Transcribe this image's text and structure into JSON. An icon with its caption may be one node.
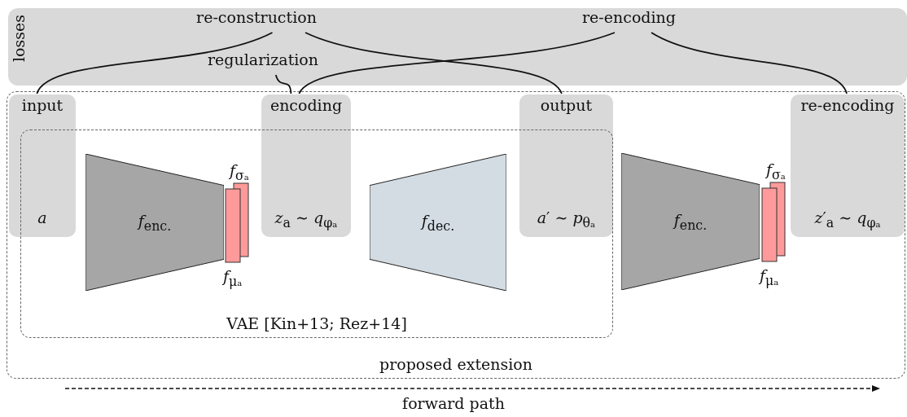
{
  "diagram": {
    "nodes": [
      {
        "text": [
          "losses"
        ]
      },
      {
        "text": [
          "re-construction"
        ],
        "in": 0
      },
      {
        "text": [
          "re-encoding"
        ],
        "in": 0
      },
      {
        "text": [
          "regularization"
        ],
        "in": 0
      },
      {
        "text": [
          "proposed extension"
        ]
      },
      {
        "text": [
          "input",
          "*a*"
        ],
        "in": 4
      },
      {
        "text": [
          "VAE [Kin+13; Rez+14]"
        ],
        "in": 4
      },
      {
        "text": [
          "*f*$_{enc.}$"
        ],
        "in": 6
      },
      {
        "text": [
          "*f*$_{σₐ}$",
          "*f*$_{μₐ}$"
        ],
        "in": 6
      },
      {
        "text": [
          "encoding",
          "*z*$_{a}$ ∼ *q*$_{φₐ}$"
        ],
        "in": 4
      },
      {
        "text": [
          "*f*$_{dec.}$"
        ],
        "in": 6
      },
      {
        "text": [
          "output",
          "*a*′ ∼ *p*$_{θₐ}$"
        ],
        "in": 4
      },
      {
        "text": [
          "*f*$_{enc.}$"
        ],
        "in": 4
      },
      {
        "text": [
          "*f*$_{σₐ}$",
          "*f*$_{μₐ}$"
        ],
        "in": 4
      },
      {
        "text": [
          "re-encoding",
          "*z*′$_{a}$ ∼ *q*$_{φₐ}$"
        ],
        "in": 4
      }
    ],
    "edges": [
      {
        "from": 1,
        "to": 5,
        "arrow": "none"
      },
      {
        "from": 1,
        "to": 11,
        "arrow": "none"
      },
      {
        "from": 3,
        "to": 9,
        "arrow": "none"
      },
      {
        "from": 2,
        "to": 9,
        "arrow": "none"
      },
      {
        "from": 2,
        "to": 14,
        "arrow": "none"
      }
    ],
    "labels": [
      "forward path"
    ]
  }
}
